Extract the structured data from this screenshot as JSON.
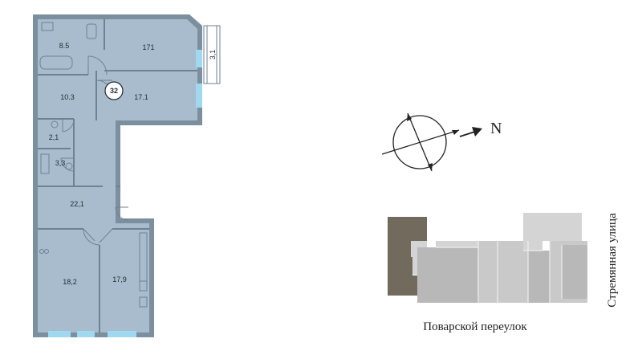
{
  "plan": {
    "apartment_number": "32",
    "balcony_area": "3,1",
    "rooms": [
      {
        "id": "bath",
        "area": "8.5"
      },
      {
        "id": "bedroom-top",
        "area": "171"
      },
      {
        "id": "kitchen-small",
        "area": "10.3"
      },
      {
        "id": "bedroom-mid",
        "area": "17.1"
      },
      {
        "id": "wc",
        "area": "2,1"
      },
      {
        "id": "shower",
        "area": "3,3"
      },
      {
        "id": "hall",
        "area": "22,1"
      },
      {
        "id": "living-left",
        "area": "18,2"
      },
      {
        "id": "living-right",
        "area": "17,9"
      }
    ]
  },
  "compass": {
    "label": "N"
  },
  "site": {
    "street_bottom": "Поварской переулок",
    "street_right": "Стремянная улица"
  },
  "colors": {
    "room": "#a9bccd",
    "wall": "#7c8f9e",
    "window": "#9fd8ef",
    "highlighted_building": "#736a5e"
  }
}
